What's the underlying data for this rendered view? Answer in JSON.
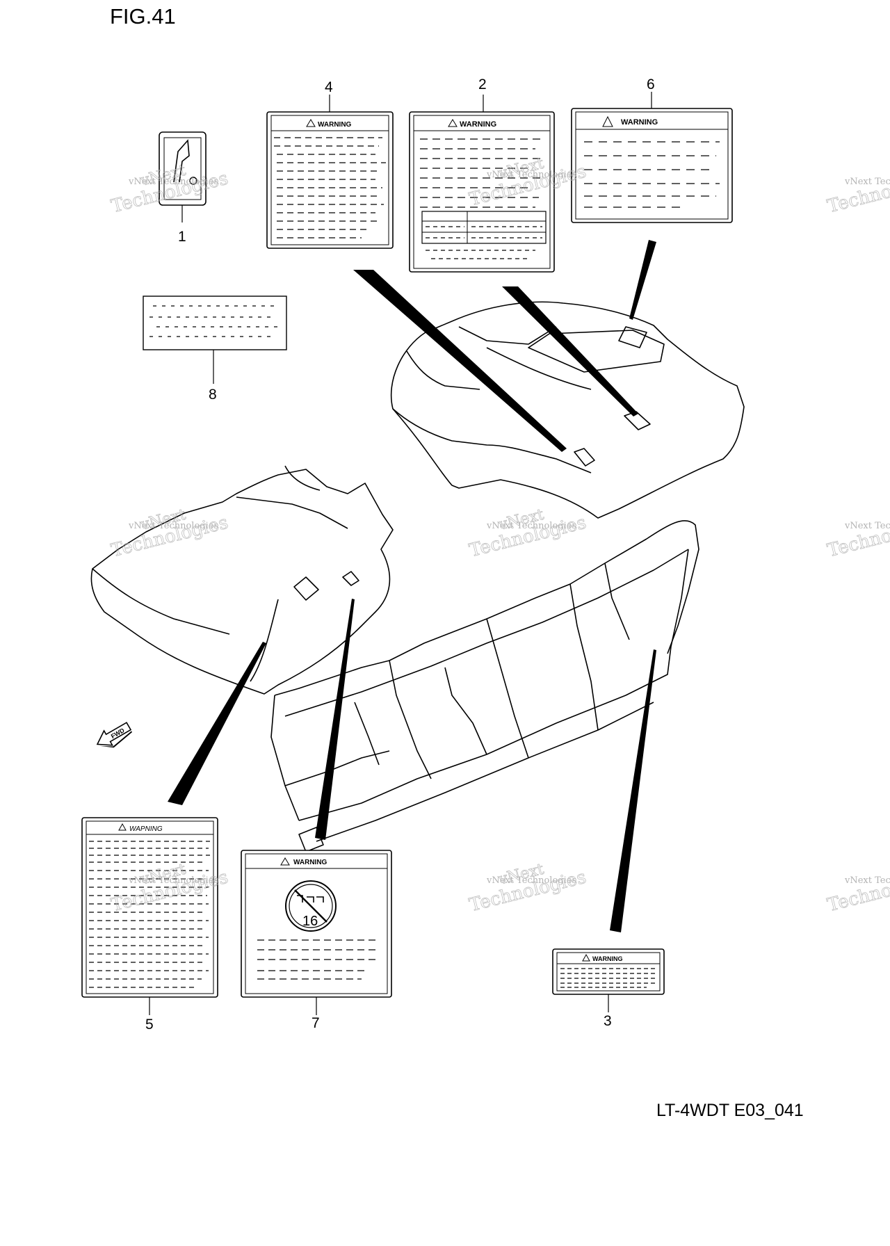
{
  "figure": {
    "title": "FIG.41",
    "code": "LT-4WDT E03_041"
  },
  "callouts": [
    "1",
    "2",
    "3",
    "4",
    "5",
    "6",
    "7",
    "8"
  ],
  "label_text": {
    "warning": "WARNING",
    "warning_hand": "WAPNING",
    "age": "16"
  },
  "watermark": {
    "line1": "vNext Technologies",
    "line2": "vNext",
    "line3": "Technologies"
  },
  "fwd_label": "FWD",
  "colors": {
    "ink": "#000000",
    "watermark": "#9a9a9a"
  }
}
